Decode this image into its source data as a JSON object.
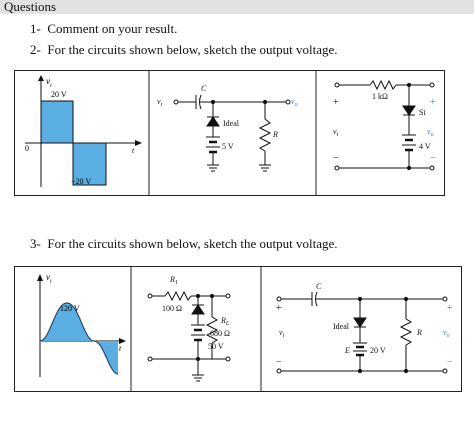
{
  "header": {
    "title": "Questions"
  },
  "questions": [
    {
      "num": "1-",
      "text": "Comment on your result."
    },
    {
      "num": "2-",
      "text": "For the circuits shown below, sketch the output voltage."
    },
    {
      "num": "3-",
      "text": "For the circuits shown below, sketch the output voltage."
    }
  ],
  "fig1": {
    "vi": "v",
    "vi_sub": "i",
    "pos": "20 V",
    "neg": "−20 V",
    "zero": "0",
    "t": "t"
  },
  "circ1": {
    "c": "C",
    "vi": "v",
    "vi_sub": "i",
    "vo": "v",
    "vo_sub": "o",
    "diode": "Ideal",
    "batt": "5 V",
    "r": "R"
  },
  "circ2": {
    "res": "1 kΩ",
    "diode": "Si",
    "batt": "4 V",
    "plus_l": "+",
    "plus_r": "+",
    "minus_l": "−",
    "minus_r": "−",
    "vi": "v",
    "vi_sub": "i",
    "vo": "v",
    "vo_sub": "o"
  },
  "fig2": {
    "vi": "v",
    "vi_sub": "i",
    "amp": "120 V",
    "t": "t"
  },
  "circ3": {
    "r1": "R",
    "r1_sub": "1",
    "r1_val": "100 Ω",
    "rl": "R",
    "rl_sub": "L",
    "rl_val": "680 Ω",
    "batt": "50 V"
  },
  "circ4": {
    "c": "C",
    "diode": "Ideal",
    "e": "E",
    "batt": "20 V",
    "r": "R",
    "vi": "v",
    "vi_sub": "i",
    "vo": "v",
    "vo_sub": "o",
    "plus_l": "+",
    "plus_r": "+",
    "minus_l": "−",
    "minus_r": "−"
  }
}
